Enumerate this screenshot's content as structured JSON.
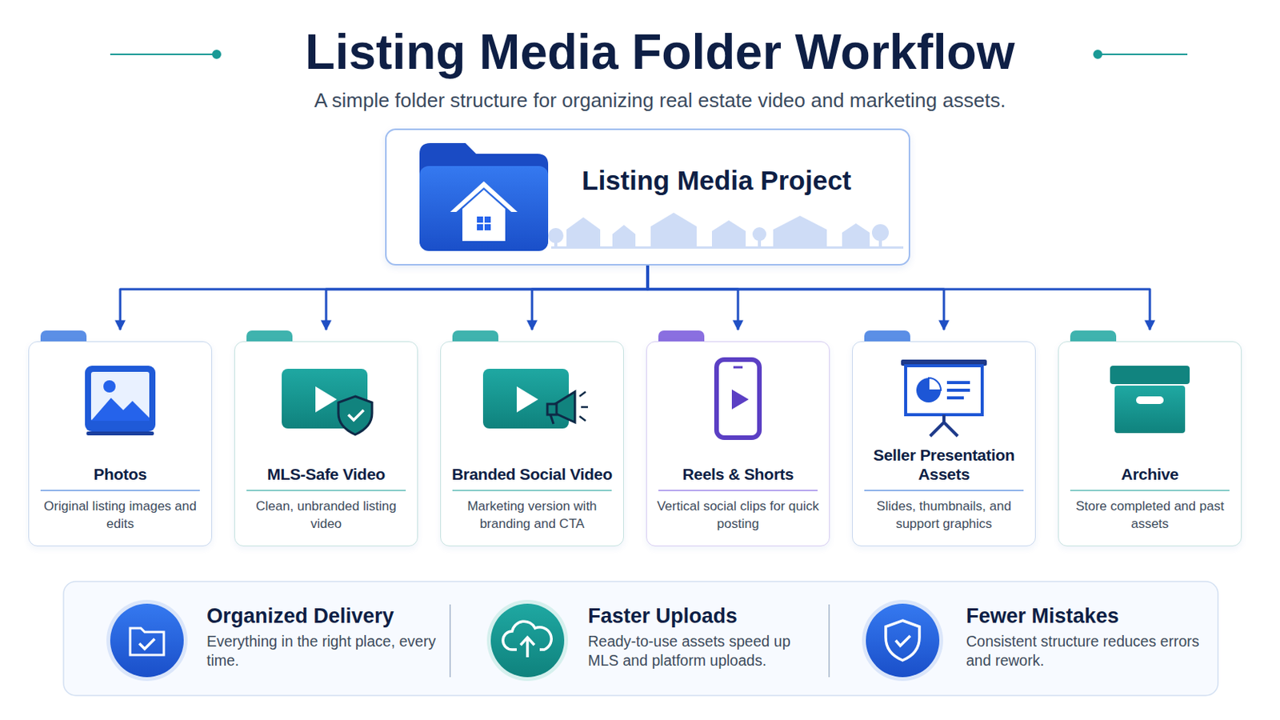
{
  "diagram": {
    "title": "Listing Media Folder Workflow",
    "caption": "A simple folder structure for organizing real estate video and marketing assets.",
    "nodes": [
      {
        "text": [
          "Listing Media Project"
        ]
      },
      {
        "text": [
          "Photos",
          "Original listing images and edits"
        ]
      },
      {
        "text": [
          "MLS-Safe Video",
          "Clean, unbranded listing video"
        ]
      },
      {
        "text": [
          "Branded Social Video",
          "Marketing version with branding and CTA"
        ]
      },
      {
        "text": [
          "Reels & Shorts",
          "Vertical social clips for quick posting"
        ]
      },
      {
        "text": [
          "Seller Presentation Assets",
          "Slides, thumbnails, and support graphics"
        ]
      },
      {
        "text": [
          "Archive",
          "Store completed and past assets"
        ]
      },
      {
        "text": [
          "Organized Delivery",
          "Everything in the right place, every time."
        ]
      },
      {
        "text": [
          "Faster Uploads",
          "Ready-to-use assets speed up MLS and platform uploads."
        ]
      },
      {
        "text": [
          "Fewer Mistakes",
          "Consistent structure reduces errors and rework."
        ]
      }
    ],
    "edges": [
      {
        "from": 0,
        "to": 1,
        "arrow": "to"
      },
      {
        "from": 0,
        "to": 2,
        "arrow": "to"
      },
      {
        "from": 0,
        "to": 3,
        "arrow": "to"
      },
      {
        "from": 0,
        "to": 4,
        "arrow": "to"
      },
      {
        "from": 0,
        "to": 5,
        "arrow": "to"
      },
      {
        "from": 0,
        "to": 6,
        "arrow": "to"
      }
    ]
  }
}
